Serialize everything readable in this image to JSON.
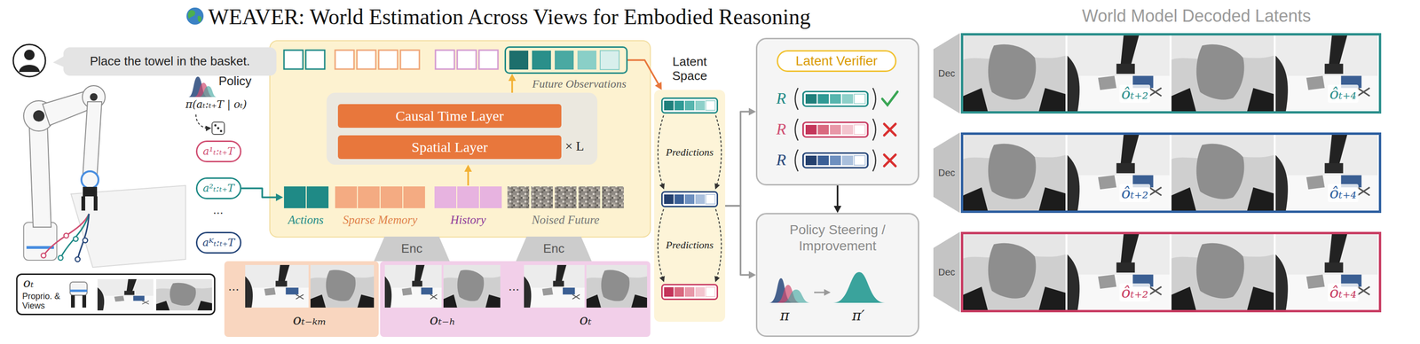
{
  "diagram": {
    "title": "WEAVER: World Estimation Across Views for Embodied Reasoning",
    "nodes": [
      {
        "text": [
          "Place the towel in the basket."
        ]
      },
      {
        "text": [
          "oₜ",
          "Proprio. & Views"
        ]
      },
      {
        "text": [
          "a¹ₜ:ₜ₊T"
        ]
      },
      {
        "text": [
          "a²ₜ:ₜ₊T"
        ]
      },
      {
        "text": [
          "aᴷₜ:ₜ₊T"
        ]
      },
      {
        "text": [
          "× L"
        ]
      },
      {
        "text": [
          "Causal Time Layer"
        ],
        "in": 5
      },
      {
        "text": [
          "Spatial Layer"
        ],
        "in": 5
      },
      {
        "text": [
          "Future Observations"
        ]
      },
      {
        "text": [
          "Actions"
        ]
      },
      {
        "text": [
          "Sparse Memory"
        ]
      },
      {
        "text": [
          "History"
        ]
      },
      {
        "text": [
          "Noised Future"
        ]
      },
      {
        "text": [
          "Enc"
        ]
      },
      {
        "text": [
          "Enc"
        ]
      },
      {
        "text": [
          "...",
          "oₜ₋ₖₘ"
        ]
      },
      {
        "text": [
          "oₜ₋ₕ",
          "...",
          "oₜ"
        ]
      },
      {
        "text": [
          "Latent Space"
        ]
      },
      {
        "text": [
          "Latent Verifier"
        ]
      },
      {
        "text": [
          "Policy Steering / Improvement",
          "π",
          "π′"
        ]
      },
      {
        "text": [
          "Dec"
        ]
      },
      {
        "text": [
          "Dec"
        ]
      },
      {
        "text": [
          "Dec"
        ]
      },
      {
        "text": [
          "ôₜ₊₂",
          "ôₜ₊₄"
        ]
      },
      {
        "text": [
          "ôₜ₊₂",
          "ôₜ₊₄"
        ]
      },
      {
        "text": [
          "ôₜ₊₂",
          "ôₜ₊₄"
        ]
      }
    ],
    "edges": [
      {
        "from": 3,
        "to": 9,
        "arrow": "to"
      },
      {
        "from": 11,
        "to": 5,
        "arrow": "to"
      },
      {
        "from": 5,
        "to": 8,
        "arrow": "to"
      },
      {
        "from": 8,
        "to": 17,
        "arrow": "to"
      },
      {
        "from": 17,
        "to": 18,
        "arrow": "to"
      },
      {
        "from": 17,
        "to": 19,
        "arrow": "to"
      },
      {
        "from": 18,
        "to": 19,
        "arrow": "to"
      }
    ],
    "labels": [
      "Policy",
      "π(aₜ:ₜ₊T | oₜ)",
      "...",
      "Predictions",
      "Predictions",
      "R",
      "R",
      "R",
      "World Model Decoded Latents"
    ]
  }
}
